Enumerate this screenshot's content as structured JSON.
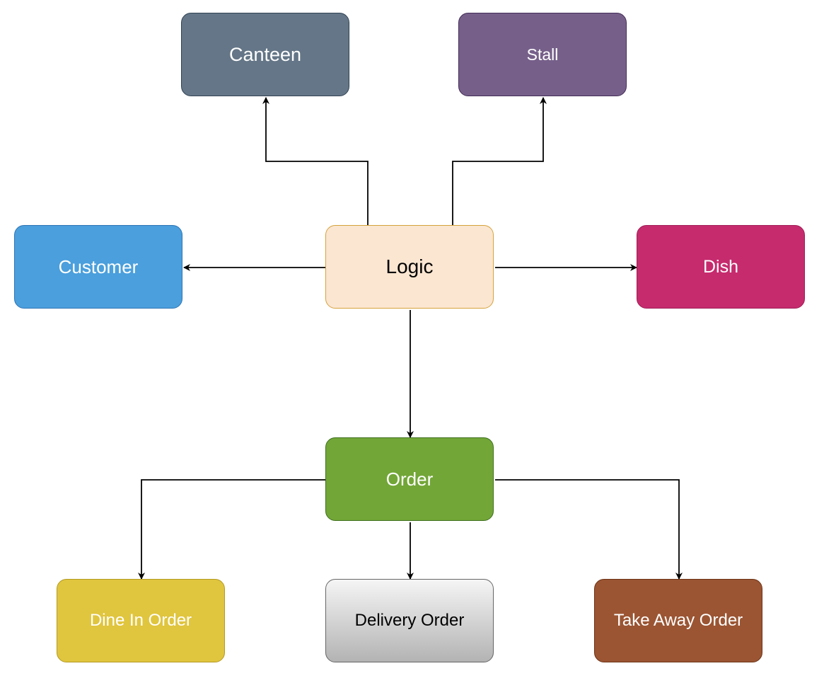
{
  "nodes": {
    "canteen": "Canteen",
    "stall": "Stall",
    "customer": "Customer",
    "logic": "Logic",
    "dish": "Dish",
    "order": "Order",
    "dine_in_order": "Dine In Order",
    "delivery_order": "Delivery Order",
    "take_away_order": "Take Away Order"
  },
  "edges": [
    {
      "from": "Logic",
      "to": "Canteen"
    },
    {
      "from": "Logic",
      "to": "Stall"
    },
    {
      "from": "Logic",
      "to": "Customer"
    },
    {
      "from": "Logic",
      "to": "Dish"
    },
    {
      "from": "Logic",
      "to": "Order"
    },
    {
      "from": "Order",
      "to": "Dine In Order"
    },
    {
      "from": "Order",
      "to": "Delivery Order"
    },
    {
      "from": "Order",
      "to": "Take Away Order"
    }
  ],
  "colors": {
    "canteen": "#647687",
    "stall": "#76608a",
    "customer": "#4a9fdc",
    "logic": "#fae6d1",
    "dish": "#c62b6e",
    "order": "#72a637",
    "dine_in_order": "#e0c53e",
    "delivery_order": "#d0d0d0",
    "take_away_order": "#9b5533",
    "edge": "#000000"
  }
}
